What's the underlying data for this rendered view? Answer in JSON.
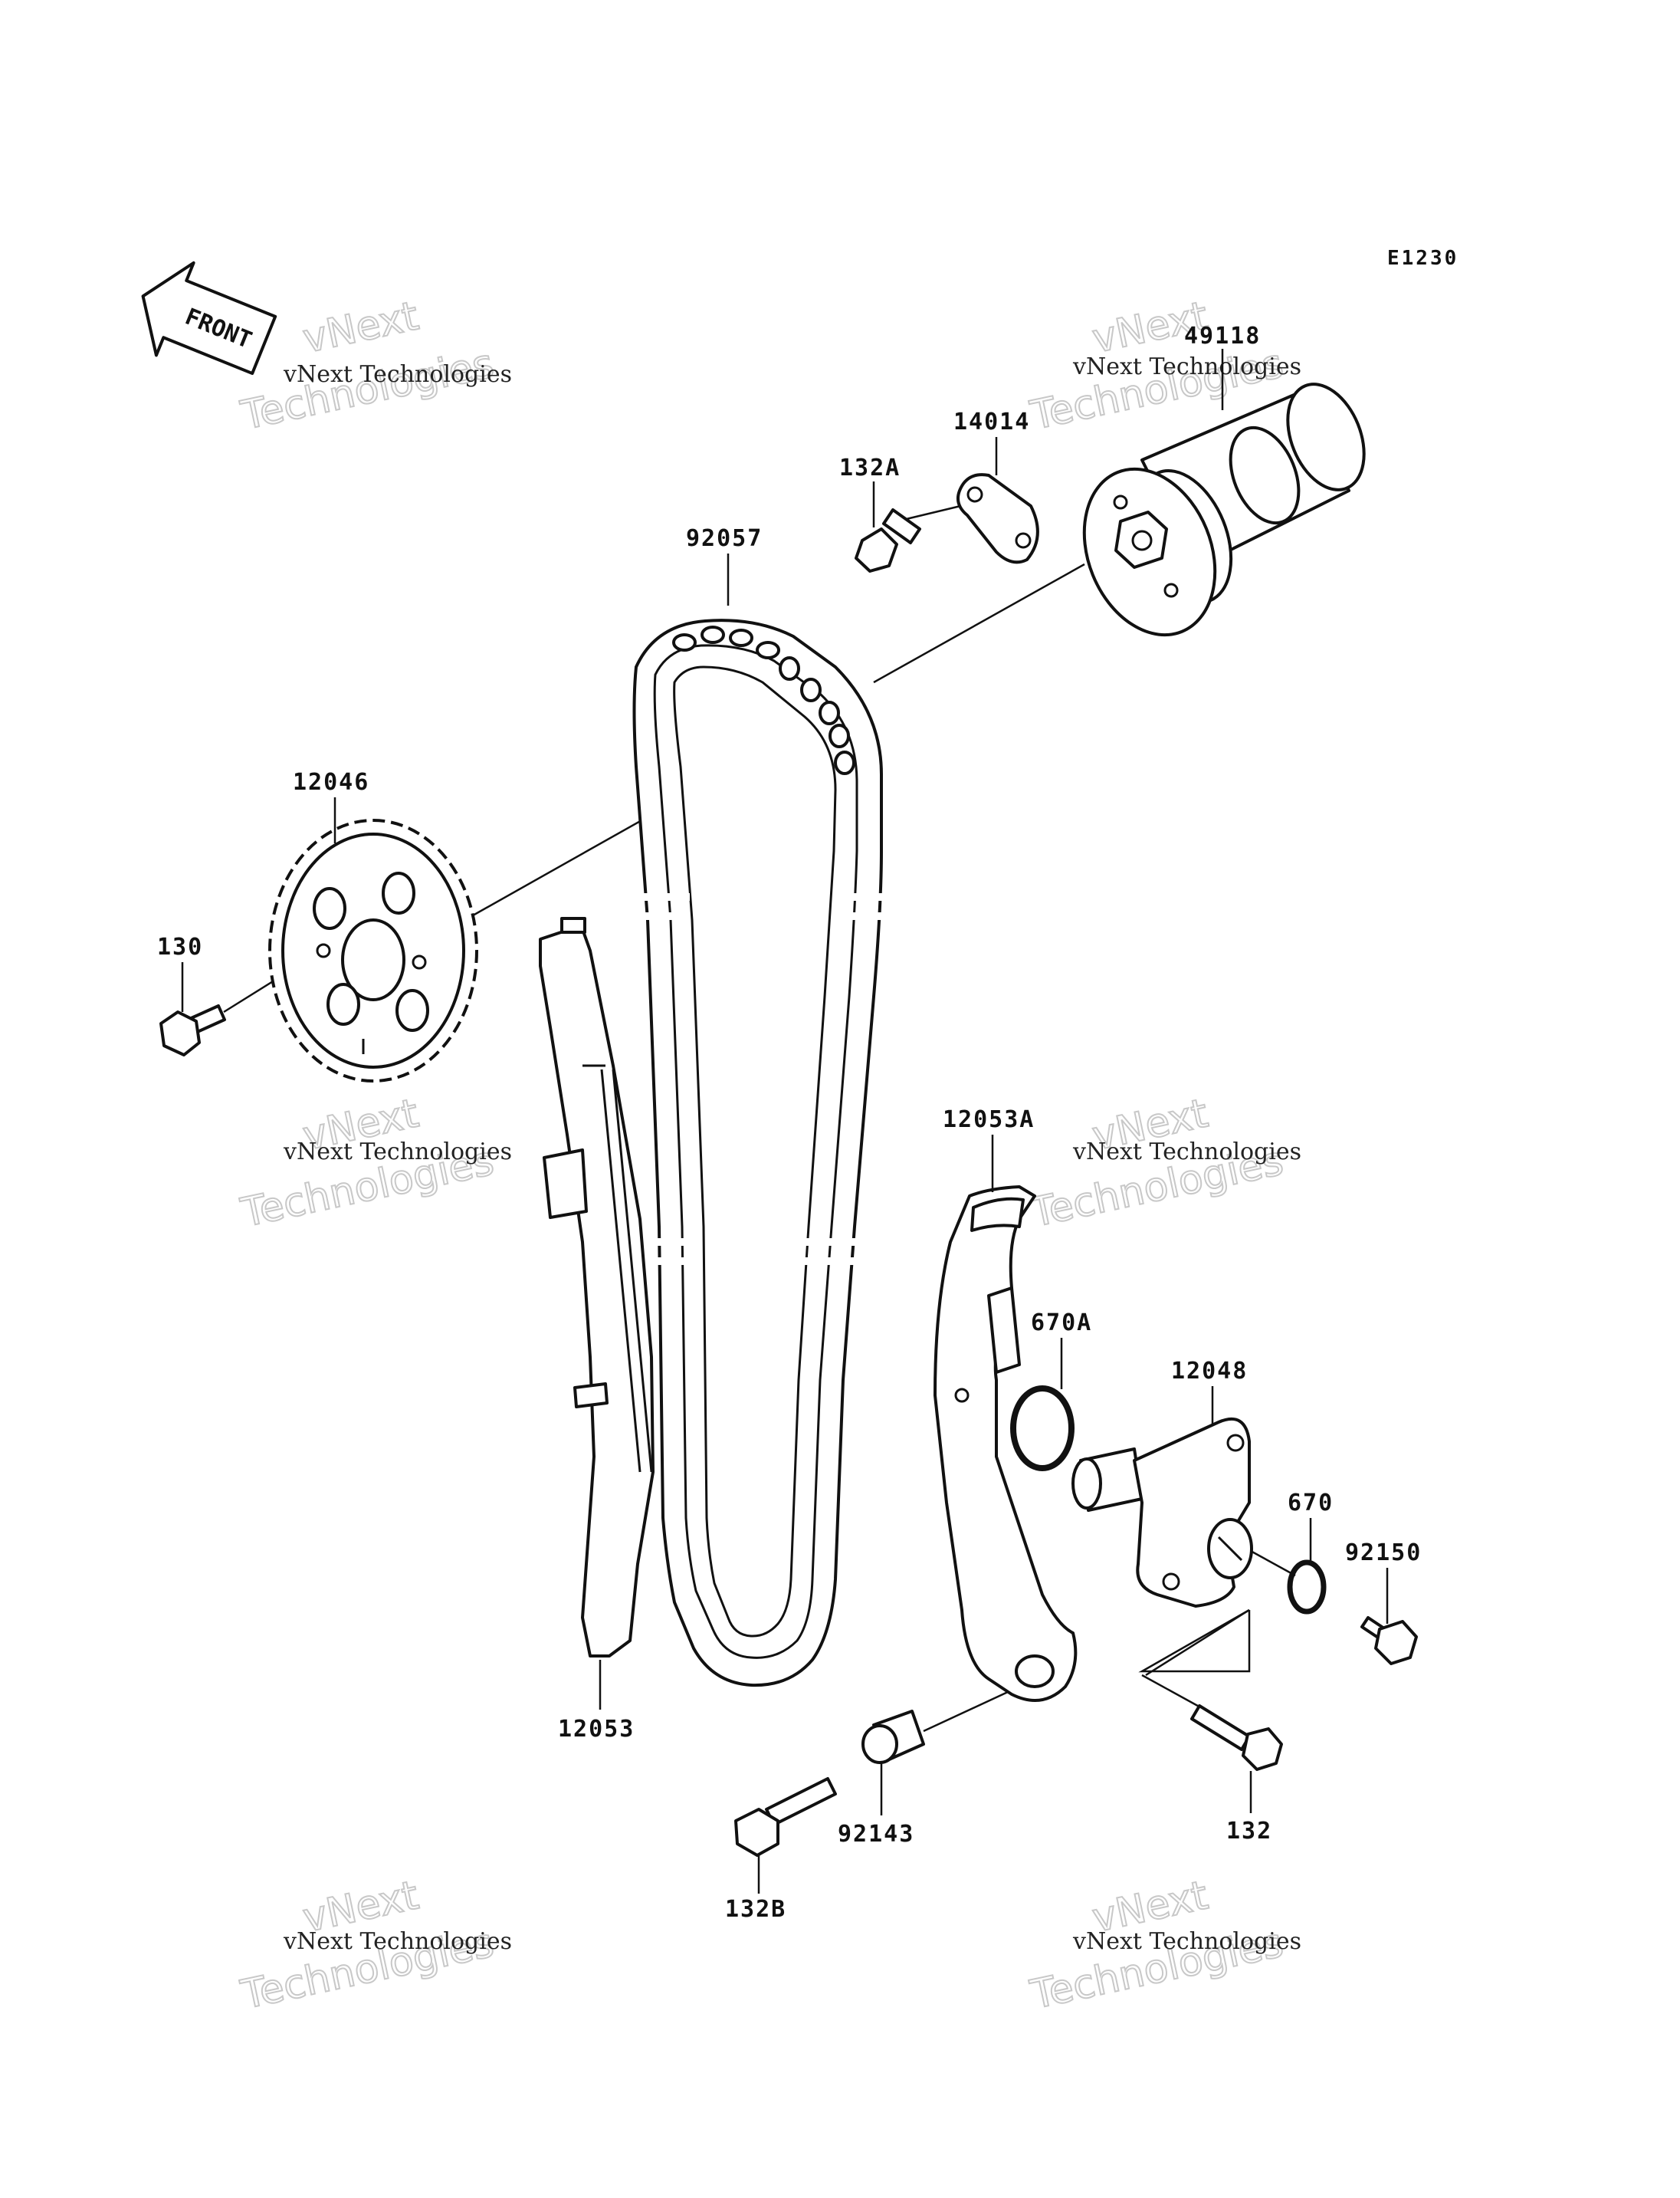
{
  "diagram_code": "E1230",
  "front_arrow": {
    "label": "FRONT",
    "icon": "front-direction-arrow-icon"
  },
  "watermark": {
    "company": "vNext Technologies",
    "line1": "vNext",
    "line2": "Technologies"
  },
  "parts": [
    {
      "id": "49118"
    },
    {
      "id": "14014"
    },
    {
      "id": "132A"
    },
    {
      "id": "92057"
    },
    {
      "id": "12046"
    },
    {
      "id": "130"
    },
    {
      "id": "12053A"
    },
    {
      "id": "670A"
    },
    {
      "id": "12048"
    },
    {
      "id": "670"
    },
    {
      "id": "92150"
    },
    {
      "id": "12053"
    },
    {
      "id": "92143"
    },
    {
      "id": "132"
    },
    {
      "id": "132B"
    }
  ]
}
